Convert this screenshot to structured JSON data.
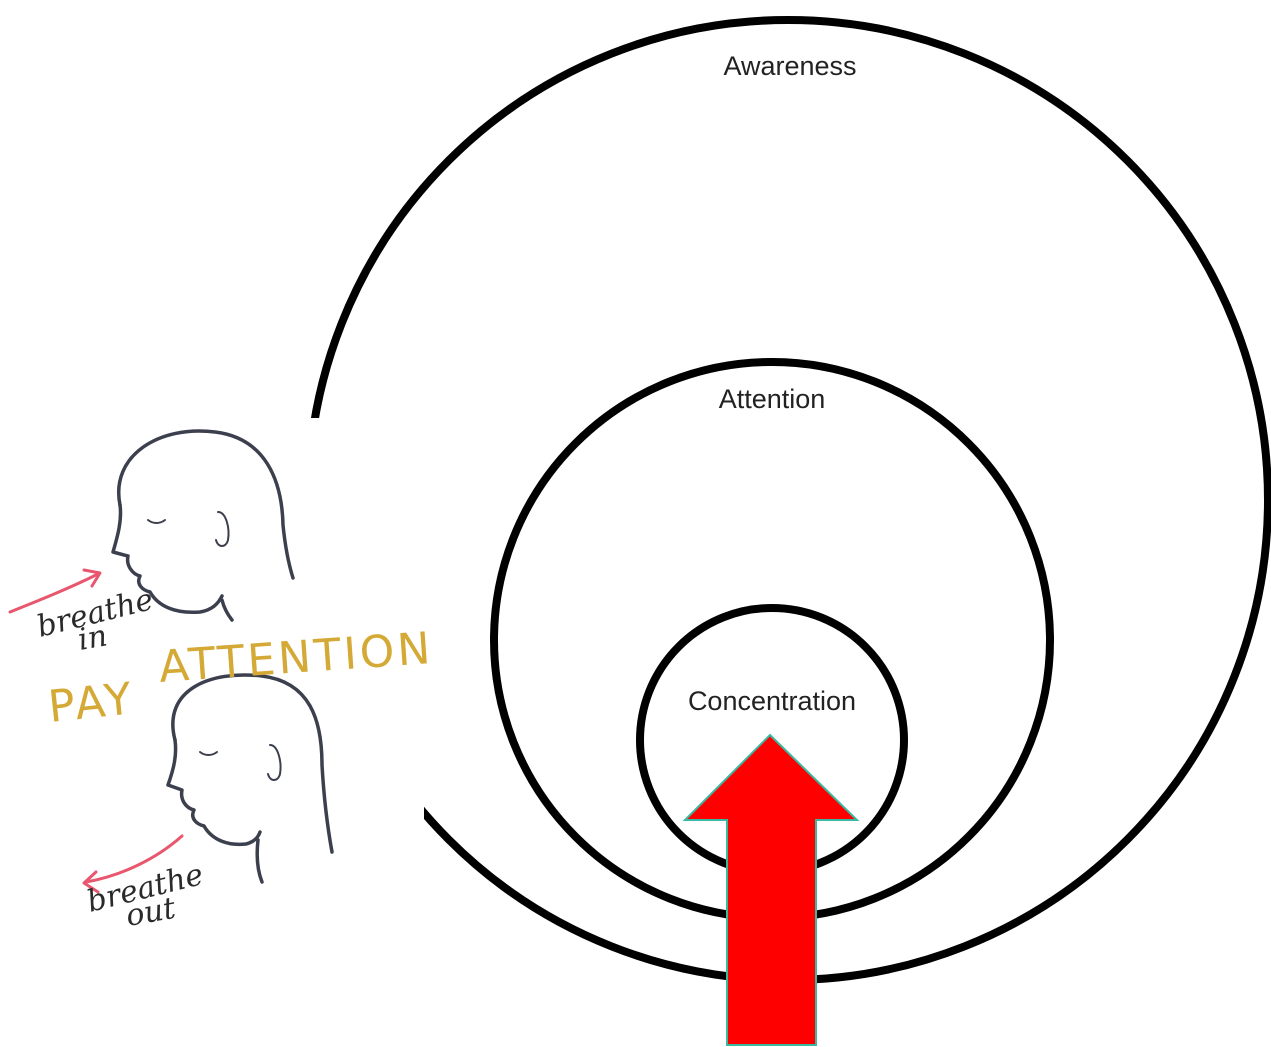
{
  "diagram": {
    "circles": [
      {
        "label": "Awareness"
      },
      {
        "label": "Attention"
      },
      {
        "label": "Concentration"
      }
    ],
    "arrow_color": "#ff0000",
    "arrow_outline": "#3bb8a0"
  },
  "illustration": {
    "breathe_in": [
      "breathe",
      "in"
    ],
    "breathe_out": [
      "breathe",
      "out"
    ],
    "banner": [
      "PAY",
      "ATTENTION"
    ],
    "banner_color": "#d4a935",
    "line_color": "#3c3f4e",
    "arrow_color": "#e8576e"
  }
}
